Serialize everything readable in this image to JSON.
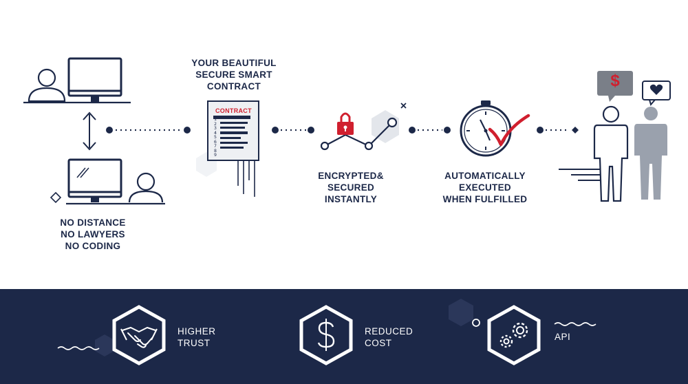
{
  "steps": {
    "parties": {
      "lines": [
        "NO DISTANCE",
        "NO LAWYERS",
        "NO CODING"
      ]
    },
    "contract": {
      "heading_lines": [
        "YOUR BEAUTIFUL",
        "SECURE SMART",
        "CONTRACT"
      ],
      "document_title": "CONTRACT",
      "line_numbers": [
        "1",
        "2",
        "3",
        "4",
        "5",
        "6",
        "7",
        "8",
        "9"
      ]
    },
    "encrypted": {
      "lines": [
        "ENCRYPTED&",
        "SECURED",
        "INSTANTLY"
      ]
    },
    "executed": {
      "lines": [
        "AUTOMATICALLY",
        "EXECUTED",
        "WHEN FULFILLED"
      ]
    },
    "result": {
      "left_bubble_symbol": "$",
      "right_bubble_symbol": "heart-icon"
    }
  },
  "benefits": [
    {
      "icon": "handshake-icon",
      "lines": [
        "HIGHER",
        "TRUST"
      ]
    },
    {
      "icon": "dollar-icon",
      "lines": [
        "REDUCED",
        "COST"
      ]
    },
    {
      "icon": "gears-icon",
      "lines": [
        "API"
      ]
    }
  ],
  "colors": {
    "navy": "#1c2848",
    "accent_red": "#d01f2e",
    "gray": "#9aa1ad",
    "light_gray": "#e6e9ee",
    "bubble_gray": "#7a7f88"
  }
}
